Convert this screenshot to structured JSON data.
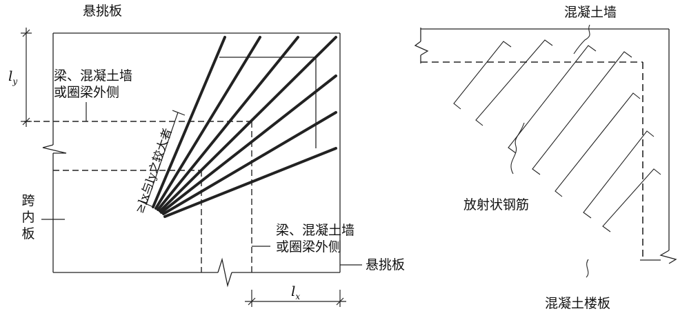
{
  "left_figure": {
    "cantilever_top": "悬挑板",
    "cantilever_right": "悬挑板",
    "dim_ly": "l",
    "dim_ly_sub": "y",
    "dim_lx": "l",
    "dim_lx_sub": "x",
    "beam_edge_top": "梁、混凝土墙\n或圈梁外侧",
    "beam_edge_bottom": "梁、混凝土墙\n或圈梁外侧",
    "inner_span": "跨\n内\n板",
    "radial_length": "≥lx与ly之较大者"
  },
  "right_figure": {
    "wall_label": "混凝土墙",
    "radial_bars_label": "放射状钢筋",
    "slab_label": "混凝土楼板"
  }
}
